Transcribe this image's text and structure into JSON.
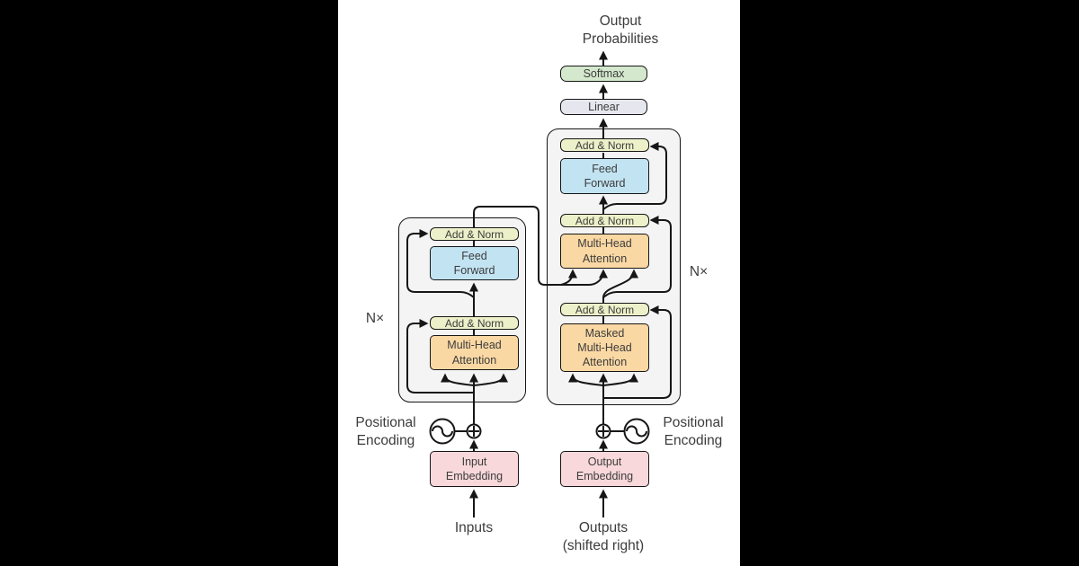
{
  "colors": {
    "background": "#000000",
    "panel": "#ffffff",
    "container_fill": "#f4f4f4",
    "line": "#161616",
    "text": "#3c3c3c",
    "add_norm_fill": "#edf1c9",
    "feed_forward_fill": "#c2e3f2",
    "attention_fill": "#fad8a4",
    "softmax_fill": "#d3e8cc",
    "linear_fill": "#e6e7ee",
    "embedding_fill": "#f8d8da"
  },
  "diagram": {
    "output_probabilities": {
      "line1": "Output",
      "line2": "Probabilities"
    },
    "softmax": "Softmax",
    "linear": "Linear",
    "add_norm": "Add & Norm",
    "feed_forward": {
      "line1": "Feed",
      "line2": "Forward"
    },
    "multi_head_attention": {
      "line1": "Multi-Head",
      "line2": "Attention"
    },
    "masked_multi_head_attention": {
      "line1": "Masked",
      "line2": "Multi-Head",
      "line3": "Attention"
    },
    "input_embedding": {
      "line1": "Input",
      "line2": "Embedding"
    },
    "output_embedding": {
      "line1": "Output",
      "line2": "Embedding"
    },
    "positional_encoding": {
      "line1": "Positional",
      "line2": "Encoding"
    },
    "inputs": "Inputs",
    "outputs": {
      "line1": "Outputs",
      "line2": "(shifted right)"
    },
    "n_times": "N×"
  }
}
